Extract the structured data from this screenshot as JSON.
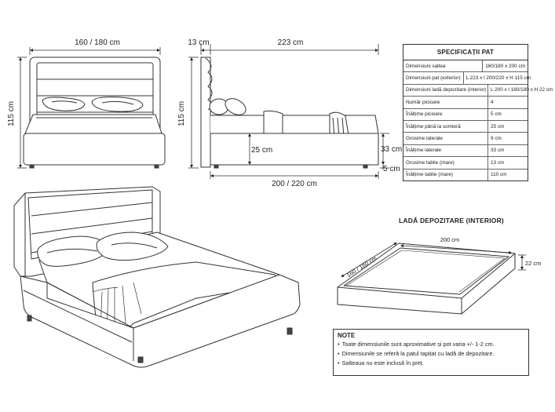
{
  "dimensions": {
    "front_width": "160 / 180 cm",
    "front_height": "115 cm",
    "side_headboard_depth": "13 cm",
    "side_length": "223 cm",
    "side_height": "115 cm",
    "side_mattress_base_height": "25 cm",
    "side_lateral_height": "33 cm",
    "side_leg_height": "5 cm",
    "side_bottom_length": "200 / 220 cm"
  },
  "spec": {
    "title": "SPECIFICAȚII PAT",
    "rows": [
      {
        "label": "Dimensiuni saltea",
        "value": "160/180 x 200 cm"
      },
      {
        "label": "Dimensiuni pat (exterior)",
        "value": "L 223 x l 200/220 x H 115 cm"
      },
      {
        "label": "Dimensiuni ladă depozitare (interior)",
        "value": "L 200 x l 160/180 x H 22 cm"
      },
      {
        "label": "Număr picioare",
        "value": "4"
      },
      {
        "label": "Înălțime picioare",
        "value": "5 cm"
      },
      {
        "label": "Înălțime până la somieră",
        "value": "25 cm"
      },
      {
        "label": "Grosime laterale",
        "value": "9 cm"
      },
      {
        "label": "Înălțime laterale",
        "value": "33 cm"
      },
      {
        "label": "Grosime tablie (mare)",
        "value": "13 cm"
      },
      {
        "label": "Înălțime tablie (mare)",
        "value": "110 cm"
      }
    ]
  },
  "storage": {
    "title": "LADĂ DEPOZITARE (INTERIOR)",
    "length": "200 cm",
    "width": "160 / 180 cm",
    "height": "22 cm"
  },
  "note": {
    "title": "NOTE",
    "items": [
      "Toate dimensiunile sunt aproximative și pot varia +/- 1-2 cm.",
      "Dimensiunile se referă la patul tapițat cu ladă de depozitare.",
      "Salteaua nu este inclusă în preț."
    ]
  }
}
